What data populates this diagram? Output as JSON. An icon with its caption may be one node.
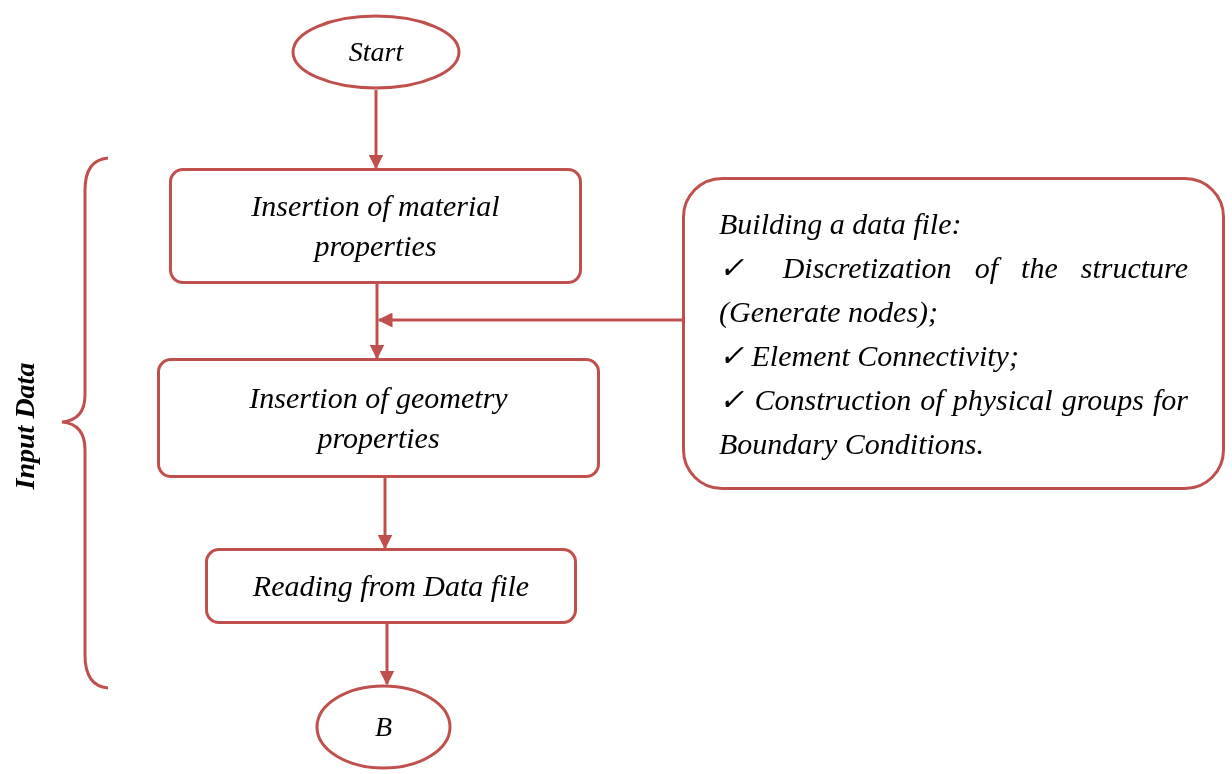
{
  "diagram": {
    "nodes": [
      {
        "text": [
          "Start"
        ]
      },
      {
        "text": [
          "Insertion of material properties"
        ]
      },
      {
        "text": [
          "Insertion of geometry properties"
        ]
      },
      {
        "text": [
          "Reading from Data file"
        ]
      },
      {
        "text": [
          "B"
        ]
      },
      {
        "text": [
          "Building a data file:",
          "✓ Discretization of the structure (Generate nodes);",
          "✓ Element Connectivity;",
          "✓ Construction of physical groups for Boundary Conditions."
        ]
      }
    ],
    "edges": [
      {
        "from": 0,
        "to": 1,
        "arrow": "to"
      },
      {
        "from": 1,
        "to": 2,
        "arrow": "to"
      },
      {
        "from": 2,
        "to": 3,
        "arrow": "to"
      },
      {
        "from": 3,
        "to": 4,
        "arrow": "to"
      },
      {
        "from": 5,
        "to": 2,
        "arrow": "to"
      }
    ],
    "labels": [
      "Input Data"
    ]
  }
}
